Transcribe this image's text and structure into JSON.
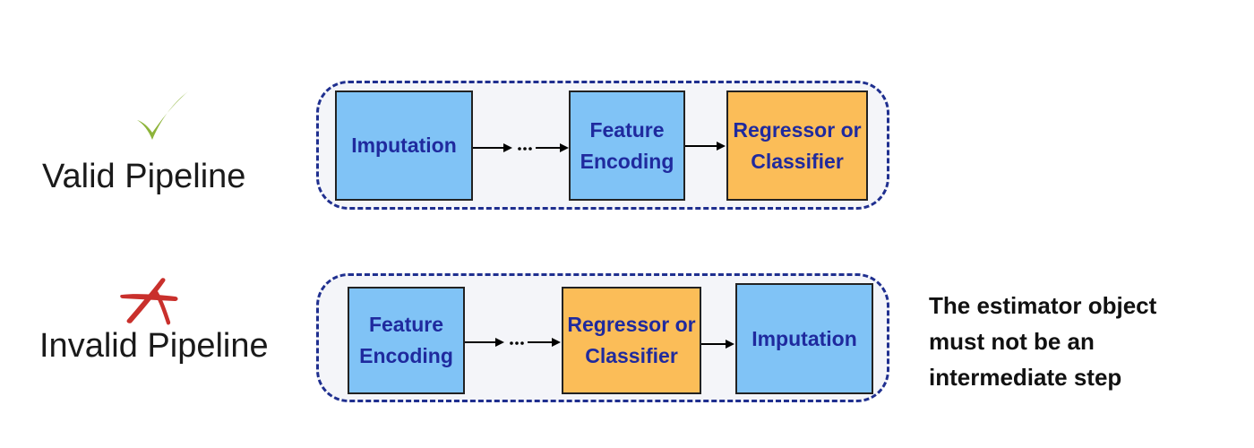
{
  "valid": {
    "label": "Valid Pipeline",
    "mark_icon": "checkmark-icon",
    "mark_color": "#8db43a",
    "steps": [
      {
        "label": "Imputation",
        "kind": "transformer"
      },
      {
        "label": "Feature Encoding",
        "kind": "transformer"
      },
      {
        "label": "Regressor or Classifier",
        "kind": "estimator"
      }
    ]
  },
  "invalid": {
    "label": "Invalid Pipeline",
    "mark_icon": "cross-icon",
    "mark_color": "#c9302c",
    "steps": [
      {
        "label": "Feature Encoding",
        "kind": "transformer"
      },
      {
        "label": "Regressor or Classifier",
        "kind": "estimator"
      },
      {
        "label": "Imputation",
        "kind": "transformer"
      }
    ],
    "note_lines": [
      "The estimator object",
      "must not be an",
      "intermediate step"
    ]
  },
  "colors": {
    "transformer_fill": "#80c3f6",
    "estimator_fill": "#fbbd58",
    "box_text": "#1f2a9e",
    "pipeline_border": "#1f2f8f"
  }
}
